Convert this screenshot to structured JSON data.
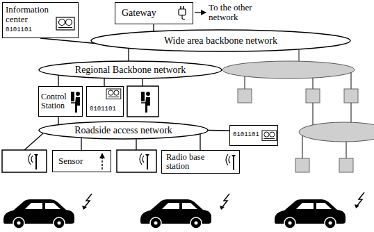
{
  "diagram": {
    "nodes": [
      {
        "text": [
          "Information center",
          "0101101"
        ]
      },
      {
        "text": [
          "Gateway"
        ]
      },
      {
        "text": [
          "Wide area backbone network"
        ]
      },
      {
        "text": [
          "Regional Backbone network"
        ]
      },
      {
        "text": [
          "Control Station"
        ]
      },
      {
        "text": [
          "0101101"
        ]
      },
      {
        "text": [
          "Roadside access network"
        ]
      },
      {
        "text": [
          "0101101"
        ]
      },
      {
        "text": [
          "Sensor"
        ]
      },
      {
        "text": [
          "Radio base station"
        ]
      }
    ],
    "edges": [
      {
        "from": 0,
        "to": 2,
        "arrow": "none"
      },
      {
        "from": 1,
        "to": 2,
        "arrow": "none"
      },
      {
        "from": 2,
        "to": 3,
        "arrow": "none"
      },
      {
        "from": 3,
        "to": 4,
        "arrow": "none"
      },
      {
        "from": 3,
        "to": 5,
        "arrow": "none"
      },
      {
        "from": 4,
        "to": 6,
        "arrow": "none"
      },
      {
        "from": 6,
        "to": 7,
        "arrow": "none"
      },
      {
        "from": 6,
        "to": 8,
        "arrow": "none"
      },
      {
        "from": 6,
        "to": 9,
        "arrow": "none"
      }
    ],
    "labels": [
      "To the other network"
    ]
  }
}
